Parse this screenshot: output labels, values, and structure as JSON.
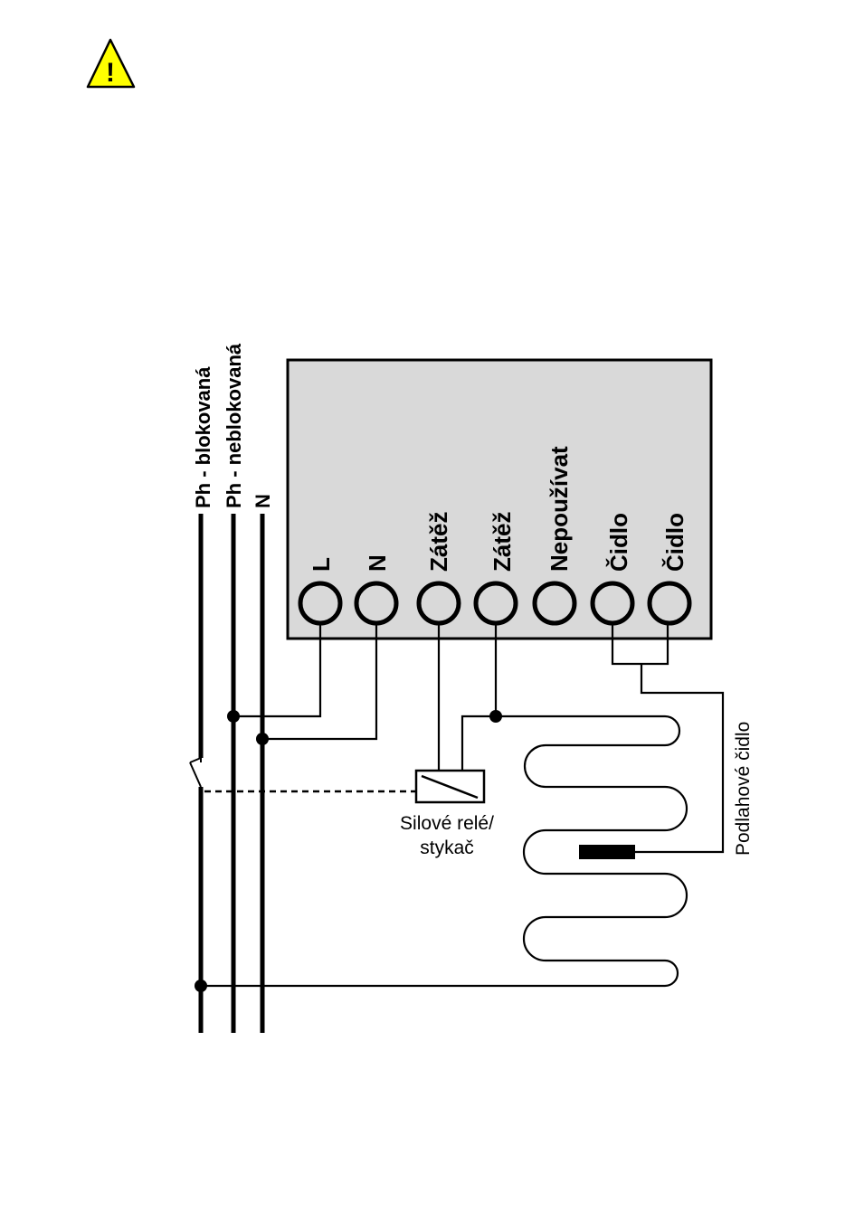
{
  "warning": {
    "icon": "warning-triangle-icon",
    "symbol": "!",
    "fill": "#ffff00"
  },
  "bus_labels": {
    "ph_blocked": "Ph - blokovaná",
    "ph_unblocked": "Ph - neblokovaná",
    "neutral": "N"
  },
  "terminals": [
    {
      "label": "L"
    },
    {
      "label": "N"
    },
    {
      "label": "Zátěž"
    },
    {
      "label": "Zátěž"
    },
    {
      "label": "Nepoužívat"
    },
    {
      "label": "Čidlo"
    },
    {
      "label": "Čidlo"
    }
  ],
  "relay": {
    "line1": "Silové relé/",
    "line2": "stykač"
  },
  "floor_sensor": {
    "label": "Podlahové čidlo"
  },
  "colors": {
    "device_fill": "#d9d9d9",
    "line": "#000000"
  }
}
